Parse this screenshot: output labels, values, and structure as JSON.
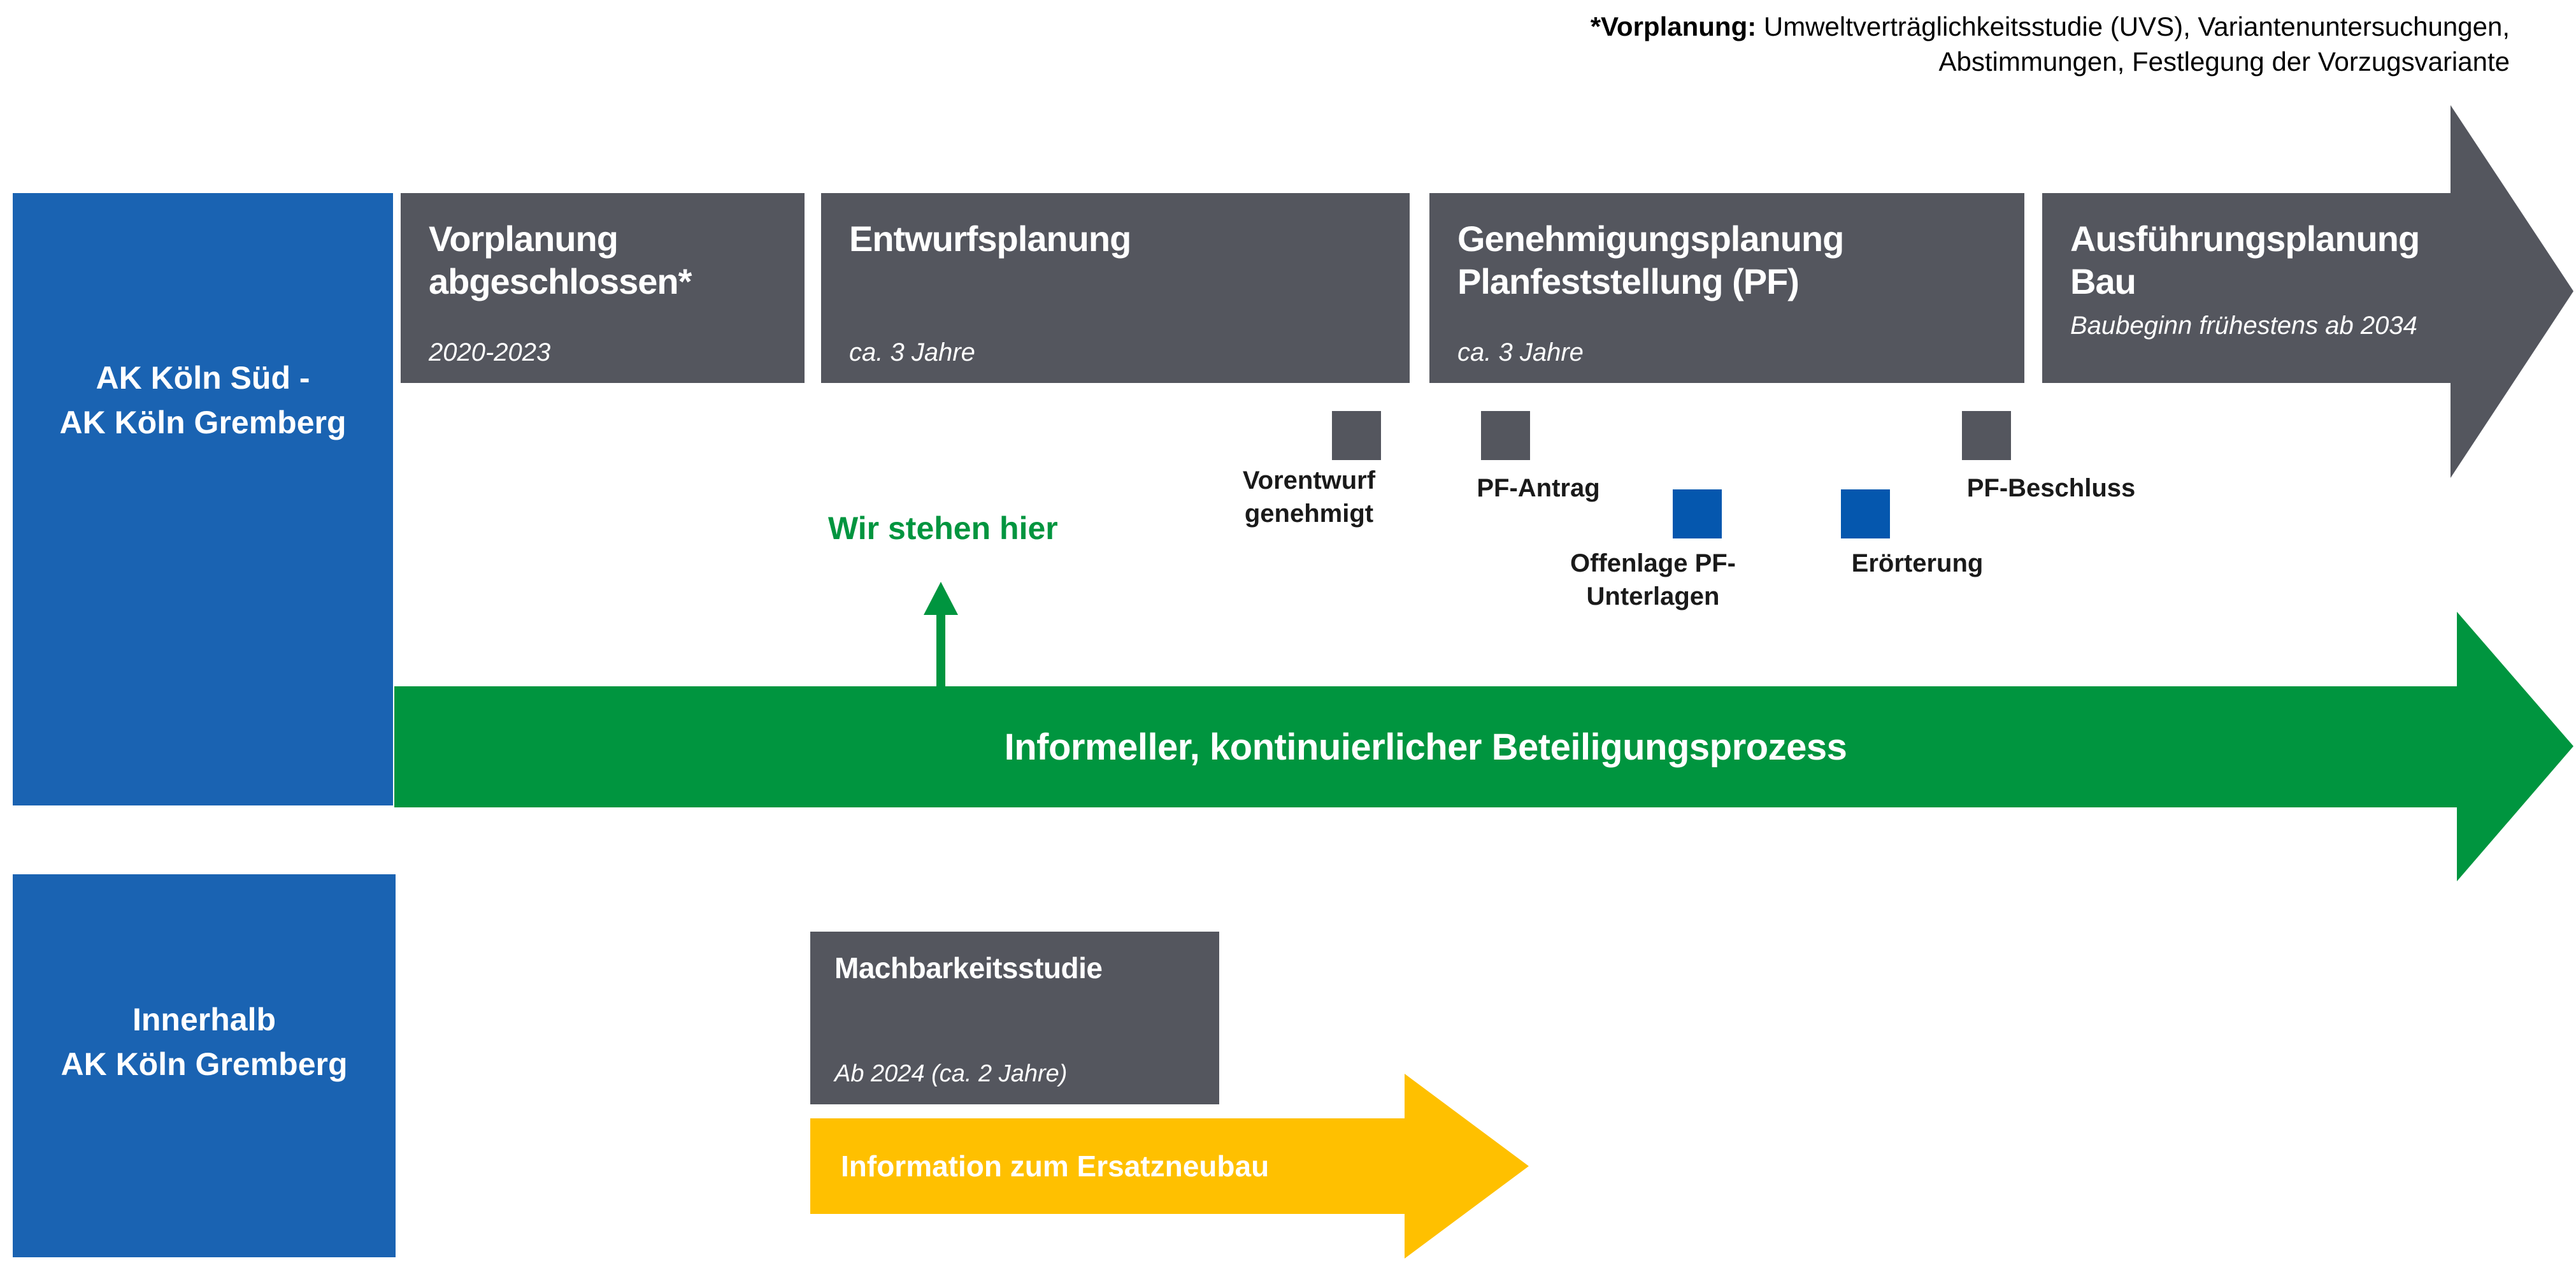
{
  "annotation": {
    "term": "*Vorplanung:",
    "line1_rest": " Umweltverträglichkeitsstudie (UVS), Variantenuntersuchungen,",
    "line2": "Abstimmungen, Festlegung der Vorzugsvariante"
  },
  "row1": {
    "scope_line1": "AK Köln Süd -",
    "scope_line2": "AK Köln Gremberg",
    "phases": [
      {
        "title": "Vorplanung abgeschlossen*",
        "subtitle": "2020-2023"
      },
      {
        "title": "Entwurfsplanung",
        "subtitle": "ca. 3 Jahre"
      },
      {
        "title": "Genehmigungsplanung Planfeststellung (PF)",
        "subtitle": "ca. 3 Jahre"
      },
      {
        "title": "Ausführungsplanung Bau",
        "subtitle": "Baubeginn frühestens ab 2034"
      }
    ],
    "milestones": [
      {
        "label": "Vorentwurf genehmigt",
        "marker_color": "gray"
      },
      {
        "label": "PF-Antrag",
        "marker_color": "gray"
      },
      {
        "label": "Offenlage PF-Unterlagen",
        "marker_color": "blue"
      },
      {
        "label": "Erörterung",
        "marker_color": "blue"
      },
      {
        "label": "PF-Beschluss",
        "marker_color": "gray"
      }
    ],
    "status_label": "Wir stehen hier",
    "participation_arrow_label": "Informeller, kontinuierlicher Beteiligungsprozess"
  },
  "row2": {
    "scope_line1": "Innerhalb",
    "scope_line2": "AK Köln Gremberg",
    "study": {
      "title": "Machbarkeitsstudie",
      "subtitle": "Ab 2024 (ca. 2 Jahre)"
    },
    "info_arrow_label": "Information zum Ersatzneubau"
  },
  "colors": {
    "gray": "#54565E",
    "blue": "#1A63B2",
    "blue-dark": "#0557AE",
    "green": "#00953F",
    "yellow": "#FFC000"
  }
}
